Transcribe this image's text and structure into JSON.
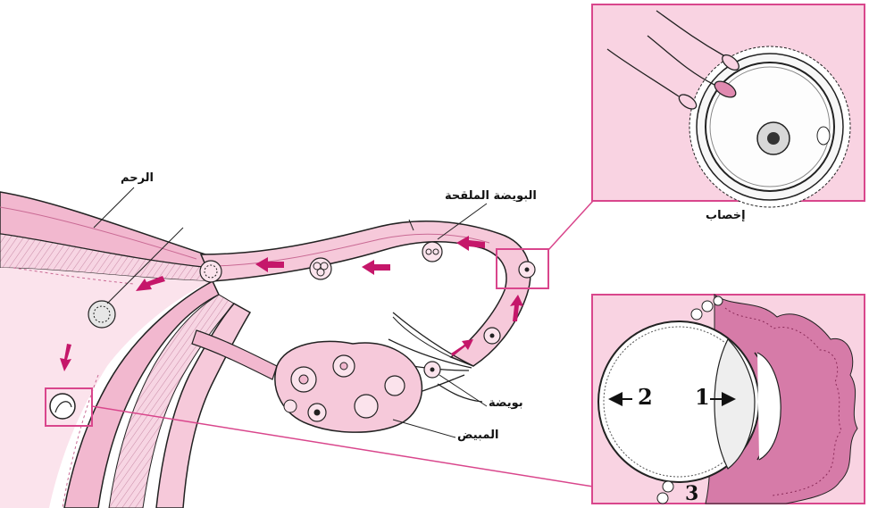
{
  "labels": {
    "uterus": "الرحم",
    "fertilized_egg": "البويضة الملقحة",
    "fertilization": "إخصاب",
    "egg": "بويضة",
    "ovary": "المبيض"
  },
  "markers": {
    "one": "1",
    "two": "2",
    "three": "3"
  },
  "colors": {
    "tissue_pink": "#f6c9da",
    "deep_pink": "#e08ab0",
    "arrow_magenta": "#c5176a",
    "frame_magenta": "#d9468c",
    "inset_bg": "#f9d3e2",
    "line": "#222222"
  }
}
